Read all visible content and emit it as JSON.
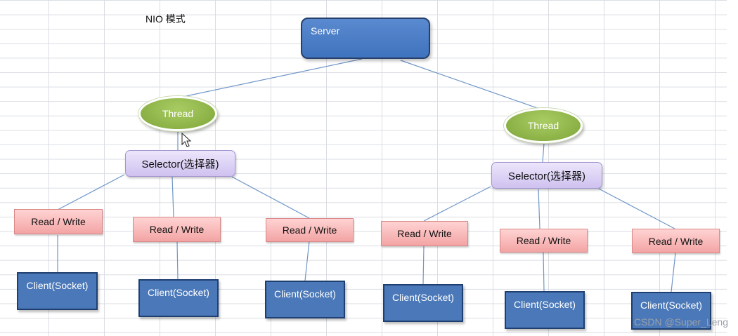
{
  "title": "NIO 模式",
  "server": {
    "label": "Server"
  },
  "left_group": {
    "thread": "Thread",
    "selector": "Selector(选择器)",
    "read_write": [
      "Read / Write",
      "Read / Write",
      "Read / Write"
    ],
    "clients": [
      "Client(Socket)",
      "Client(Socket)",
      "Client(Socket)"
    ]
  },
  "right_group": {
    "thread": "Thread",
    "selector": "Selector(选择器)",
    "read_write": [
      "Read / Write",
      "Read / Write",
      "Read / Write"
    ],
    "clients": [
      "Client(Socket)",
      "Client(Socket)",
      "Client(Socket)"
    ]
  },
  "watermark": "CSDN @Super_Leng",
  "colors": {
    "server": "#4a78b8",
    "thread": "#8db34a",
    "selector": "#d9d0f5",
    "read_write": "#f9b9b9",
    "client": "#4a78b8",
    "connector": "#6f96c8"
  }
}
